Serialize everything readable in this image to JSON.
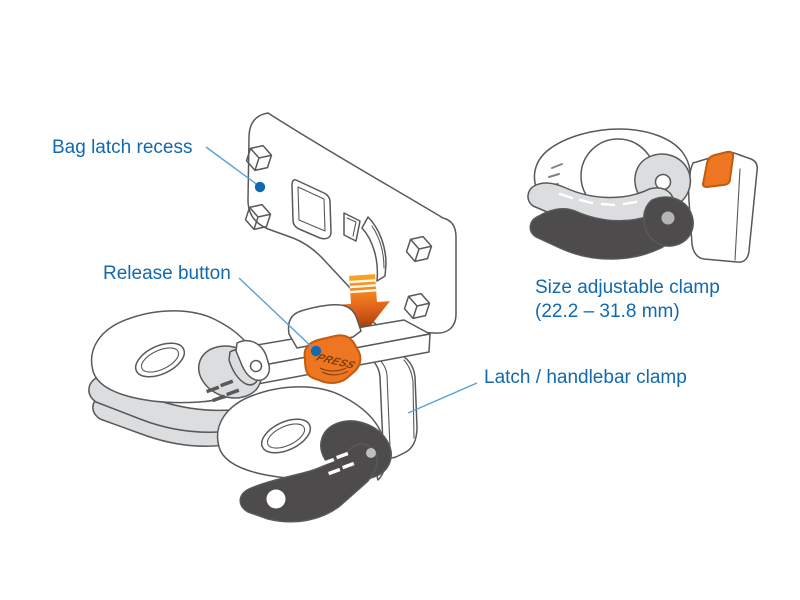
{
  "diagram": {
    "labels": {
      "bag_latch_recess": "Bag latch recess",
      "release_button": "Release button",
      "size_adjustable_clamp": "Size adjustable clamp",
      "size_range": "(22.2 – 31.8 mm)",
      "latch_handlebar_clamp": "Latch / handlebar clamp"
    },
    "press_button_label": "PRESS",
    "colors": {
      "label_text": "#1169B0",
      "leader_line": "#55A0DA",
      "marker_dot": "#1169B0",
      "accent_orange": "#EE7623",
      "part_light_gray": "#DCDDDE",
      "part_dark_gray": "#4E4B4C",
      "line_art": "#58595B",
      "background": "#FFFFFF"
    }
  }
}
